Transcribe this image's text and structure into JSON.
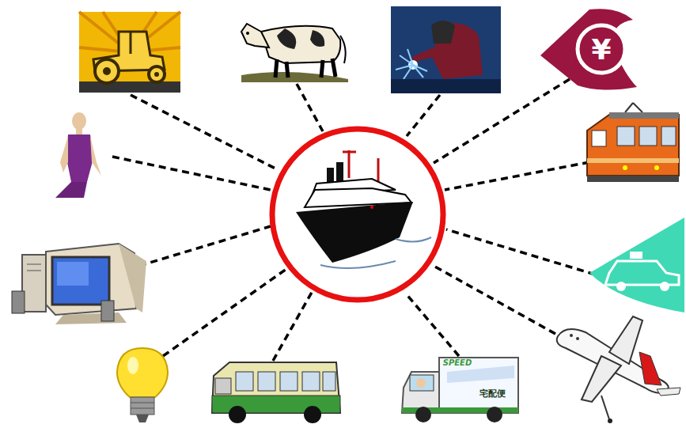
{
  "diagram": {
    "labels": [
      "¥",
      "SPEED",
      "宅配便"
    ]
  }
}
